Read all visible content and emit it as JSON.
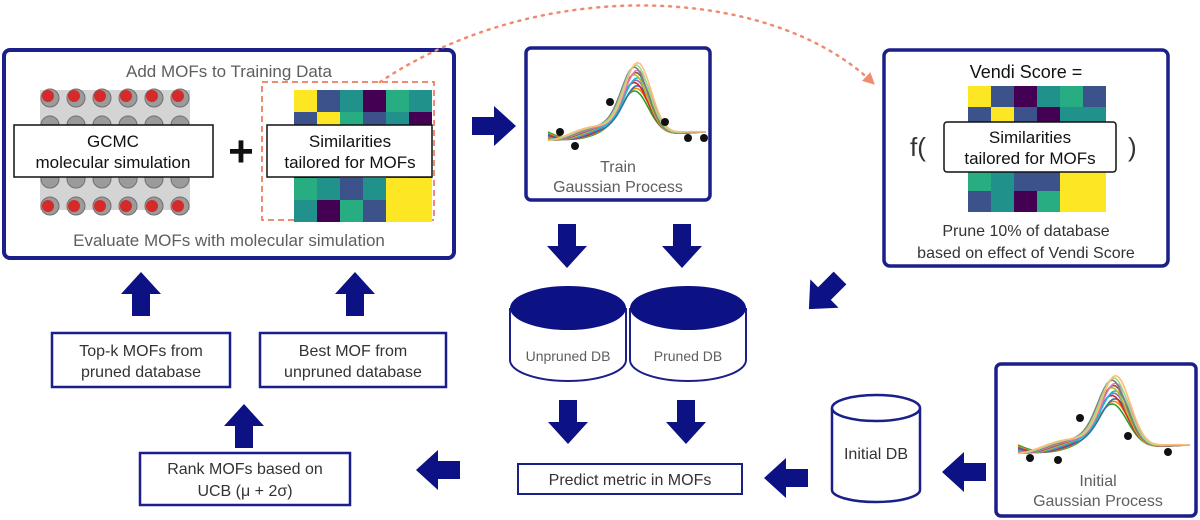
{
  "colors": {
    "navy": "#0c1184",
    "box_border": "#1a1f8a",
    "text_gray": "#5e5e5e",
    "dashed_red": "#f08a70",
    "viridis": [
      "#440154",
      "#3b528b",
      "#21918c",
      "#27ad81",
      "#5ec962",
      "#fde725"
    ]
  },
  "icons": {
    "flow_arrow": "block-arrow-icon",
    "database": "database-cylinder-icon",
    "molecule": "mof-crystal-structure-image",
    "gp_plot": "gaussian-process-curves-plot",
    "heatmap": "similarity-matrix-heatmap"
  },
  "add_mofs": {
    "title": "Add MOFs to Training Data",
    "gcmc_line1": "GCMC",
    "gcmc_line2": "molecular simulation",
    "plus": "+",
    "sim_line1": "Similarities",
    "sim_line2": "tailored for MOFs",
    "footer": "Evaluate MOFs with molecular simulation"
  },
  "train_gp": {
    "line1": "Train",
    "line2": "Gaussian Process"
  },
  "vendi": {
    "title": "Vendi Score =",
    "f_open": "f(",
    "f_close": ")",
    "sim_line1": "Similarities",
    "sim_line2": "tailored for MOFs",
    "prune_line1": "Prune 10% of database",
    "prune_line2": "based on effect of Vendi Score"
  },
  "databases": {
    "unpruned": "Unpruned DB",
    "pruned": "Pruned DB",
    "initial": "Initial DB"
  },
  "topk": {
    "line1": "Top-k MOFs from",
    "line2": "pruned database"
  },
  "best": {
    "line1": "Best MOF from",
    "line2": "unpruned database"
  },
  "rank": {
    "line1": "Rank MOFs based on",
    "line2": "UCB (μ + 2σ)"
  },
  "predict": {
    "label": "Predict metric in MOFs"
  },
  "initial_gp": {
    "line1": "Initial",
    "line2": "Gaussian Process"
  }
}
